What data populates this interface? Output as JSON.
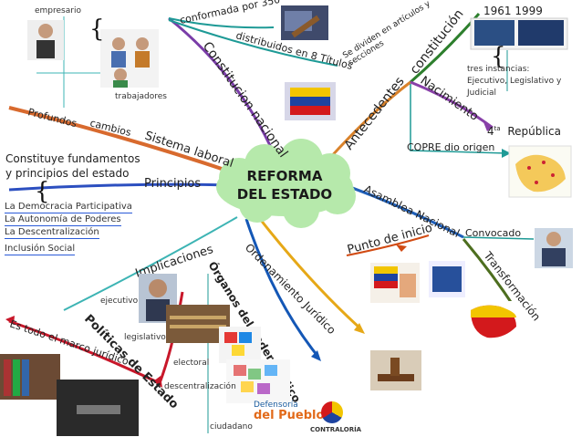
{
  "center": {
    "line1": "REFORMA",
    "line2": "DEL ESTADO"
  },
  "branches": {
    "constitucion_nacional": "Constitucion nacional",
    "conformada": "conformada por 350",
    "distribuidos": "distribuidos en 8 Títulos",
    "se_dividen": "Se dividen en artículos y",
    "secciones": "secciones",
    "antecedentes": "Antecedentes",
    "constitucion": "constitución",
    "nacimiento": "Nacimiento",
    "years": "1961  1999",
    "tres_instancias": [
      "tres instancias:",
      "Ejecutivo, Legislativo y",
      "Judicial"
    ],
    "republica_num": "4",
    "republica_sup": "ta",
    "republica": "República",
    "copre": "COPRE dio origen",
    "asamblea": "Asamblea Nacional",
    "convocado": "Convocado",
    "punto_inicio": "Punto de inicio",
    "transformacion": "Transformación",
    "ordenamiento": "Ordenamiento Jurídico",
    "organos": "Órganos del Poder Público",
    "implicaciones": "Implicaciones",
    "politicas": "Políticas de Estado",
    "marco": "Es todo el marco jurídico",
    "ejecutivo": "ejecutivo",
    "legislativo": "legislativo",
    "electoral": "electoral",
    "descentralizacion": "descentralización",
    "ciudadano": "ciudadano",
    "sistema_laboral": "Sistema laboral",
    "profundos": "Profundos",
    "cambios": "cambios",
    "empresario": "empresario",
    "trabajadores": "trabajadores",
    "principios": "Principios",
    "constituye": "Constituye  fundamentos",
    "y_principios": "y principios del estado",
    "principios_list": [
      "La Democracia Participativa",
      "La Autonomía de Poderes",
      "La Descentralización",
      "Inclusión Social"
    ]
  },
  "logos": {
    "defensoria_line1": "Defensoría",
    "defensoria_line2": "del Pueblo",
    "contraloria": "CONTRALORÍA"
  },
  "colors": {
    "cloud": "#b6e9ab",
    "constitucion_nacional": "#7a3da8",
    "antecedentes": "#d9822b",
    "constitucion": "#2d7f2d",
    "nacimiento": "#8840a8",
    "asamblea": "#1f5fb8",
    "punto_inicio": "#d14a12",
    "transformacion": "#4d6e1f",
    "ordenamiento": "#e6a817",
    "organos": "#1457b6",
    "implicaciones": "#3db4b4",
    "politicas": "#c8172a",
    "sistema_laboral": "#d86a2e",
    "principios": "#2c4fc0",
    "teal": "#1e9a96"
  }
}
